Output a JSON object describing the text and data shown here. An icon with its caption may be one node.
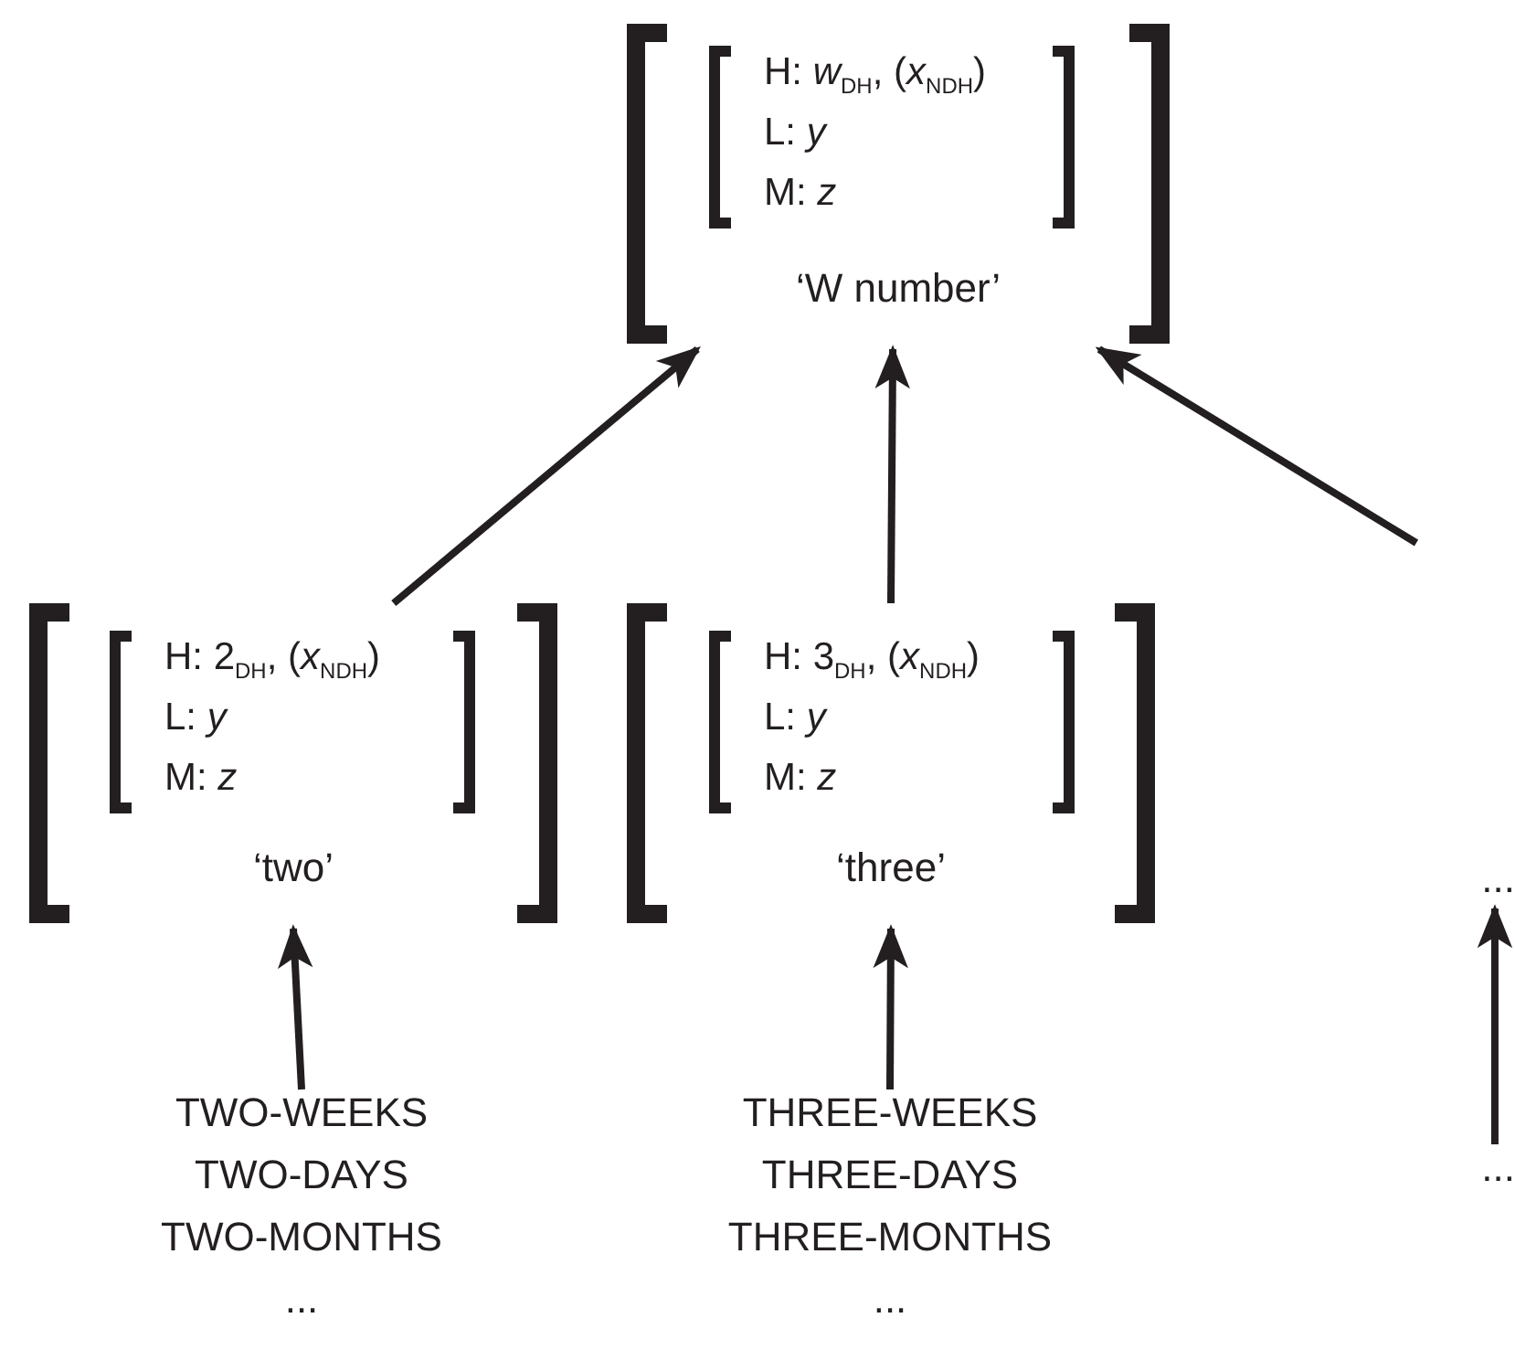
{
  "diagram": {
    "nodes": [
      {
        "text": [
          "‘W number’"
        ]
      },
      {
        "text": [
          "H: *w*$_{DH}$, (*x*$_{NDH}$)",
          "L: *y*",
          "M: *z*"
        ],
        "in": 0
      },
      {
        "text": [
          "‘two’"
        ]
      },
      {
        "text": [
          "H: 2$_{DH}$, (*x*$_{NDH}$)",
          "L: *y*",
          "M: *z*"
        ],
        "in": 2
      },
      {
        "text": [
          "‘three’"
        ]
      },
      {
        "text": [
          "H: 3$_{DH}$, (*x*$_{NDH}$)",
          "L: *y*",
          "M: *z*"
        ],
        "in": 4
      },
      {
        "text": [
          "..."
        ]
      },
      {
        "text": [
          "TWO-WEEKS",
          "TWO-DAYS",
          "TWO-MONTHS",
          "..."
        ]
      },
      {
        "text": [
          "THREE-WEEKS",
          "THREE-DAYS",
          "THREE-MONTHS",
          "..."
        ]
      },
      {
        "text": [
          "..."
        ]
      }
    ],
    "edges": [
      {
        "from": 2,
        "to": 0,
        "arrow": "to"
      },
      {
        "from": 4,
        "to": 0,
        "arrow": "to"
      },
      {
        "from": null,
        "to": 0,
        "arrow": "to"
      },
      {
        "from": 7,
        "to": 2,
        "arrow": "to"
      },
      {
        "from": 8,
        "to": 4,
        "arrow": "to"
      },
      {
        "from": 9,
        "to": 6,
        "arrow": "to"
      }
    ]
  }
}
